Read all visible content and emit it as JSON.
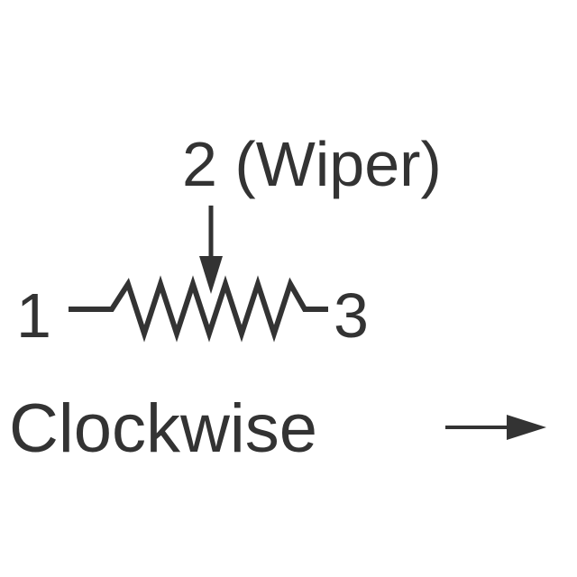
{
  "diagram": {
    "wiper_label": "2 (Wiper)",
    "terminal_1_label": "1",
    "terminal_3_label": "3",
    "direction_label": "Clockwise",
    "colors": {
      "ink": "#333333",
      "background": "#ffffff"
    },
    "icons": {
      "wiper": "down-arrow-icon",
      "resistor": "zigzag-resistor-icon",
      "direction": "right-arrow-icon"
    }
  }
}
